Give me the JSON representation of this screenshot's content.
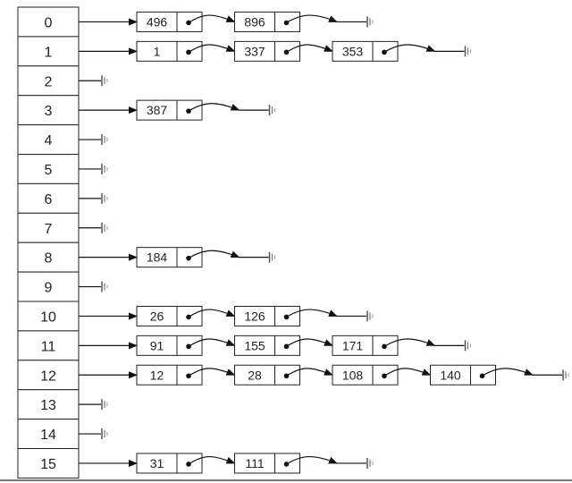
{
  "buckets": [
    {
      "index": "0",
      "chain": [
        "496",
        "896"
      ]
    },
    {
      "index": "1",
      "chain": [
        "1",
        "337",
        "353"
      ]
    },
    {
      "index": "2",
      "chain": []
    },
    {
      "index": "3",
      "chain": [
        "387"
      ]
    },
    {
      "index": "4",
      "chain": []
    },
    {
      "index": "5",
      "chain": []
    },
    {
      "index": "6",
      "chain": []
    },
    {
      "index": "7",
      "chain": []
    },
    {
      "index": "8",
      "chain": [
        "184"
      ]
    },
    {
      "index": "9",
      "chain": []
    },
    {
      "index": "10",
      "chain": [
        "26",
        "126"
      ]
    },
    {
      "index": "11",
      "chain": [
        "91",
        "155",
        "171"
      ]
    },
    {
      "index": "12",
      "chain": [
        "12",
        "28",
        "108",
        "140"
      ]
    },
    {
      "index": "13",
      "chain": []
    },
    {
      "index": "14",
      "chain": []
    },
    {
      "index": "15",
      "chain": [
        "31",
        "111"
      ]
    }
  ]
}
